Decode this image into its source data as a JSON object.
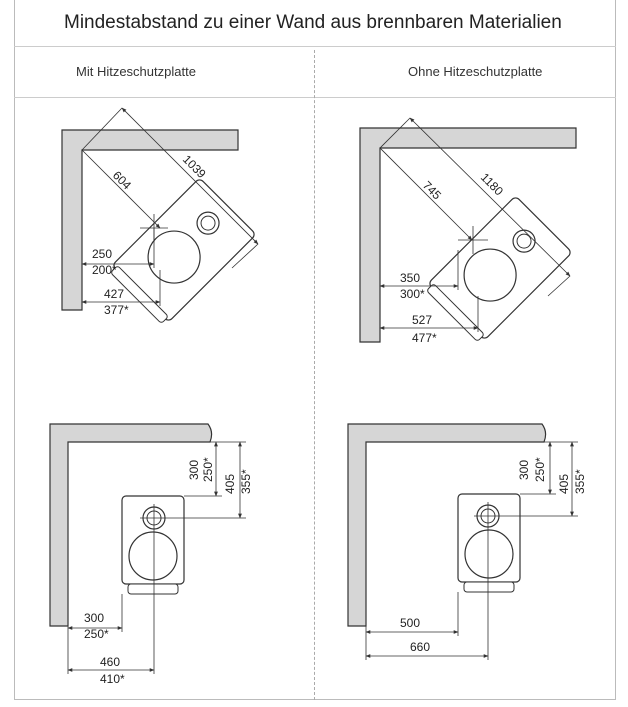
{
  "title": "Mindestabstand zu einer Wand aus brennbaren Materialien",
  "columns": {
    "left": "Mit Hitzeschutzplatte",
    "right": "Ohne Hitzeschutzplatte"
  },
  "diagrams": {
    "top_left": {
      "diag_long": "1039",
      "diag_short": "604",
      "side_a": "250",
      "side_a_alt": "200*",
      "side_b": "427",
      "side_b_alt": "377*"
    },
    "top_right": {
      "diag_long": "1180",
      "diag_short": "745",
      "side_a": "350",
      "side_a_alt": "300*",
      "side_b": "527",
      "side_b_alt": "477*"
    },
    "bottom_left": {
      "top_a": "300",
      "top_a_alt": "250*",
      "top_b": "405",
      "top_b_alt": "355*",
      "side_a": "300",
      "side_a_alt": "250*",
      "side_b": "460",
      "side_b_alt": "410*"
    },
    "bottom_right": {
      "top_a": "300",
      "top_a_alt": "250*",
      "top_b": "405",
      "top_b_alt": "355*",
      "side_a": "500",
      "side_b": "660"
    }
  }
}
